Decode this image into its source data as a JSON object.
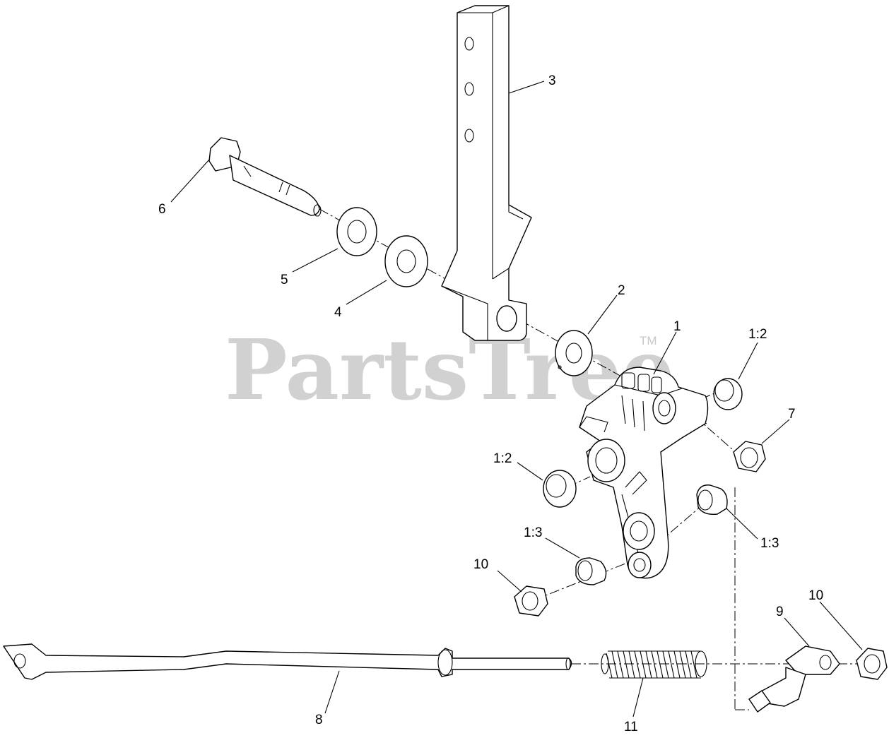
{
  "watermark": {
    "brand": "PartsTree",
    "trademark": "TM"
  },
  "callouts": [
    {
      "id": "c3",
      "label": "3"
    },
    {
      "id": "c6",
      "label": "6"
    },
    {
      "id": "c5",
      "label": "5"
    },
    {
      "id": "c4",
      "label": "4"
    },
    {
      "id": "c2",
      "label": "2"
    },
    {
      "id": "c1",
      "label": "1"
    },
    {
      "id": "c12a",
      "label": "1:2"
    },
    {
      "id": "c7",
      "label": "7"
    },
    {
      "id": "c12b",
      "label": "1:2"
    },
    {
      "id": "c13a",
      "label": "1:3"
    },
    {
      "id": "c13b",
      "label": "1:3"
    },
    {
      "id": "c10a",
      "label": "10"
    },
    {
      "id": "c10b",
      "label": "10"
    },
    {
      "id": "c9",
      "label": "9"
    },
    {
      "id": "c8",
      "label": "8"
    },
    {
      "id": "c11",
      "label": "11"
    }
  ]
}
